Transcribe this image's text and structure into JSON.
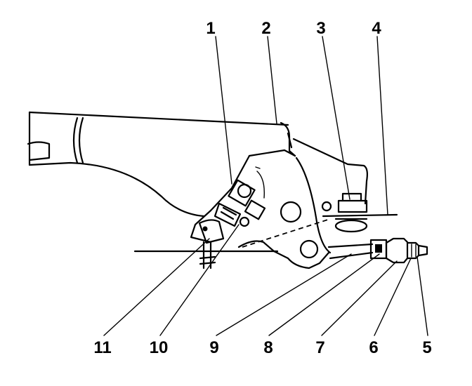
{
  "callouts_top": [
    "1",
    "2",
    "3",
    "4"
  ],
  "callouts_bottom": [
    "11",
    "10",
    "9",
    "8",
    "7",
    "6",
    "5"
  ]
}
